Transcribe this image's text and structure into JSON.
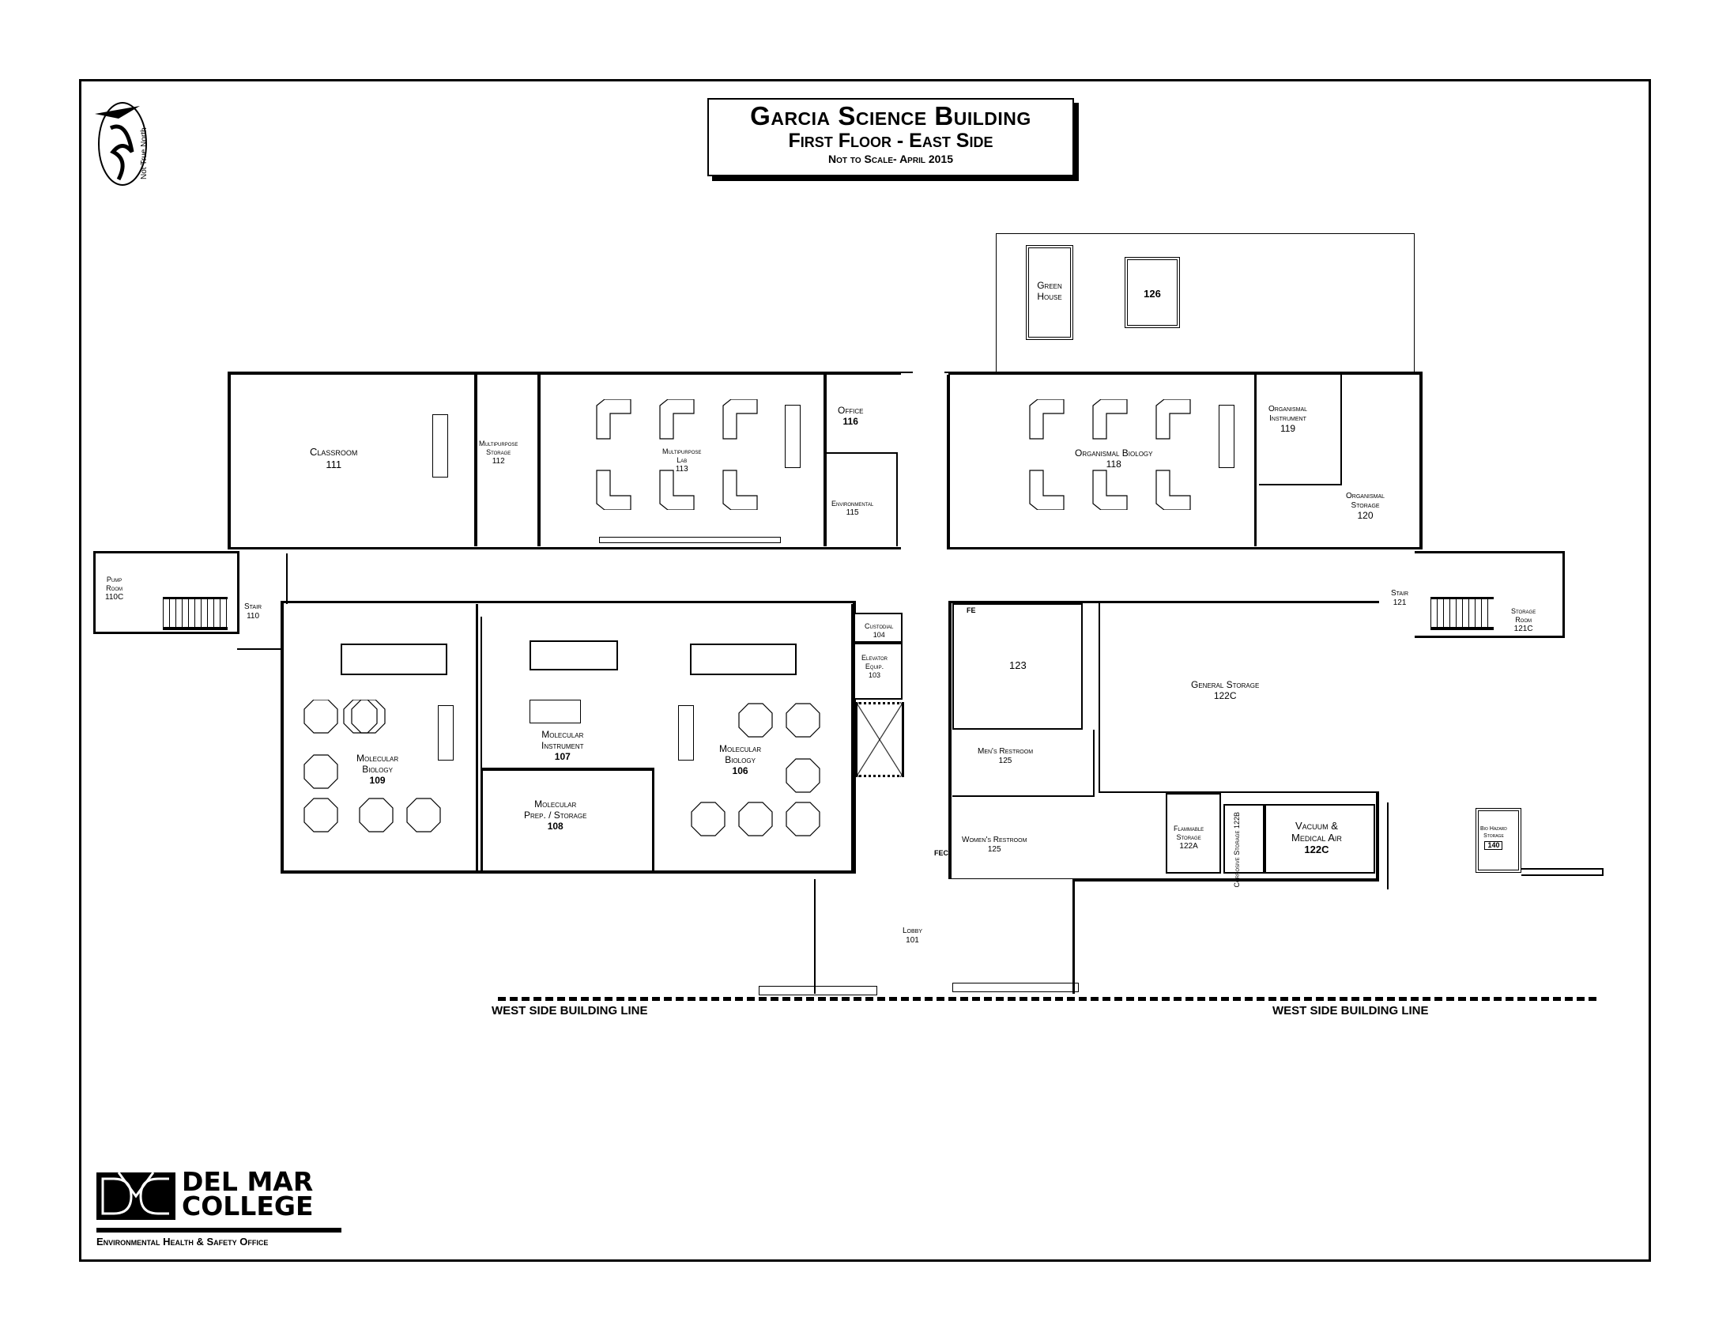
{
  "title": {
    "building": "Garcia Science Building",
    "floor": "First Floor - East Side",
    "note": "Not to Scale- April 2015"
  },
  "north_arrow": {
    "label": "Not True North"
  },
  "rooms": {
    "r111": {
      "name": "Classroom",
      "number": "111"
    },
    "r112": {
      "name": "Multipurpose Storage",
      "l1": "Multipurpose",
      "l2": "Storage",
      "number": "112"
    },
    "r113": {
      "l1": "Multipurpose",
      "l2": "Lab",
      "number": "113"
    },
    "r116": {
      "name": "Office",
      "number": "116"
    },
    "r115": {
      "name": "Environmental",
      "number": "115"
    },
    "r118": {
      "name": "Organismal Biology",
      "number": "118"
    },
    "r119": {
      "l1": "Organismal",
      "l2": "Instrument",
      "number": "119"
    },
    "r120": {
      "l1": "Organismal",
      "l2": "Storage",
      "number": "120"
    },
    "greenhouse": {
      "l1": "Green",
      "l2": "House"
    },
    "r126": {
      "number": "126"
    },
    "r110c": {
      "l1": "Pump",
      "l2": "Room",
      "number": "110C"
    },
    "r110": {
      "name": "Stair",
      "number": "110"
    },
    "r121": {
      "name": "Stair",
      "number": "121"
    },
    "r121c": {
      "l1": "Storage",
      "l2": "Room",
      "number": "121C"
    },
    "r109": {
      "l1": "Molecular",
      "l2": "Biology",
      "number": "109"
    },
    "r107": {
      "l1": "Molecular",
      "l2": "Instrument",
      "number": "107"
    },
    "r108": {
      "l1": "Molecular",
      "l2": "Prep. / Storage",
      "number": "108"
    },
    "r106": {
      "l1": "Molecular",
      "l2": "Biology",
      "number": "106"
    },
    "r104": {
      "name": "Custodial",
      "number": "104"
    },
    "r103": {
      "l1": "Elevator",
      "l2": "Equip.",
      "number": "103"
    },
    "r123": {
      "number": "123"
    },
    "r122c_gen": {
      "name": "General Storage",
      "number": "122C"
    },
    "r125m": {
      "name": "Men's Restroom",
      "number": "125"
    },
    "r125w": {
      "name": "Women's Restroom",
      "number": "125"
    },
    "r122a": {
      "l1": "Flammable",
      "l2": "Storage",
      "number": "122A"
    },
    "r122b": {
      "l1": "Corrosive",
      "l2": "Storage",
      "number": "122B"
    },
    "r122c_vac": {
      "l1": "Vacuum &",
      "l2": "Medical Air",
      "number": "122C"
    },
    "r140": {
      "l1": "Bio Hazard",
      "l2": "Storage",
      "number": "140"
    },
    "r101": {
      "name": "Lobby",
      "number": "101"
    }
  },
  "markers": {
    "fe": "FE",
    "fec": "FEC"
  },
  "building_line": {
    "left": "WEST SIDE BUILDING LINE",
    "right": "WEST SIDE BUILDING LINE"
  },
  "logo": {
    "line1": "DEL MAR",
    "line2": "COLLEGE",
    "office": "Environmental Health & Safety Office"
  }
}
